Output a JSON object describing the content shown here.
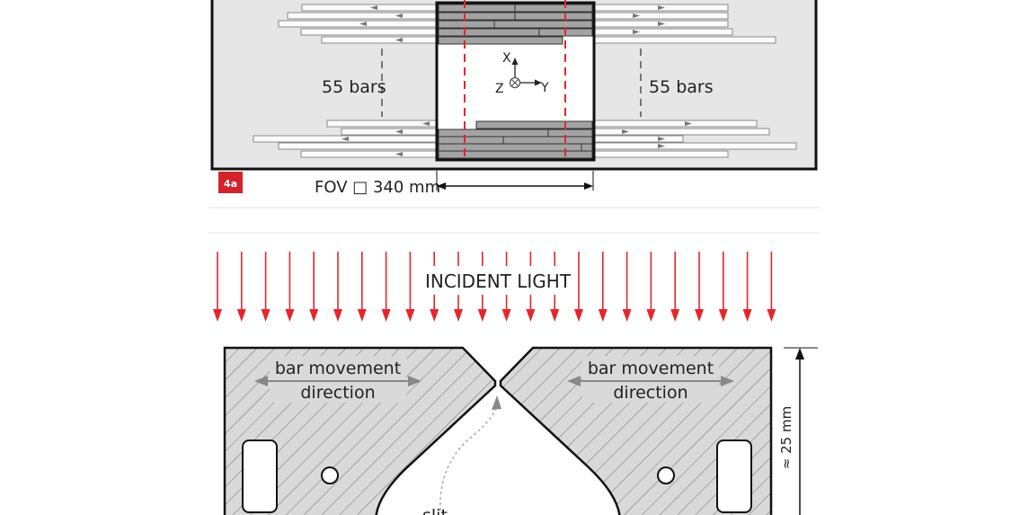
{
  "top_panel": {
    "bars_left_label": "55 bars",
    "bars_right_label": "55 bars",
    "axis_x": "X",
    "axis_y": "Y",
    "axis_z": "Z",
    "badge": "4a",
    "fov_label": "FOV □ 340 mm"
  },
  "bottom_panel": {
    "incident_light_label": "INCIDENT LIGHT",
    "movement_left_line1": "bar movement",
    "movement_left_line2": "direction",
    "movement_right_line1": "bar movement",
    "movement_right_line2": "direction",
    "slit_label": "slit",
    "thickness_label": "≈ 25 mm"
  },
  "colors": {
    "accent_red": "#e4262b",
    "panel_fill": "#e6e6e6",
    "bar_fill": "#9a9a9a",
    "badge_bg": "#d2232a",
    "hatch_fill": "#d9d9d9"
  }
}
